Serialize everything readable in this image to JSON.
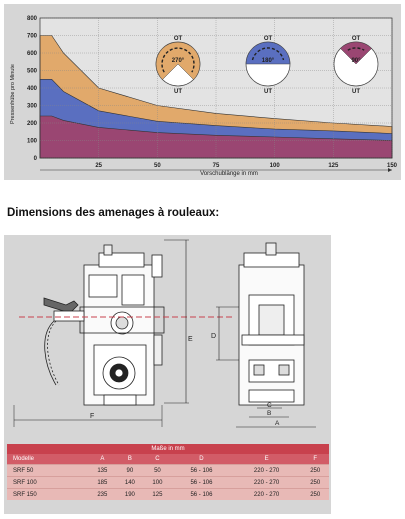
{
  "chart_data": {
    "type": "area",
    "xlabel": "Vorschublänge in mm",
    "ylabel": "Pressenhübe pro Minute",
    "xlim": [
      0,
      150
    ],
    "ylim": [
      0,
      800
    ],
    "x_ticks": [
      "25",
      "50",
      "75",
      "100",
      "125",
      "150"
    ],
    "y_ticks": [
      "0",
      "100",
      "200",
      "300",
      "400",
      "500",
      "600",
      "700",
      "800"
    ],
    "x": [
      0,
      5,
      10,
      25,
      50,
      75,
      100,
      125,
      150
    ],
    "series": [
      {
        "values": [
          700,
          700,
          600,
          400,
          300,
          255,
          225,
          200,
          180
        ],
        "color": "#e1a96b"
      },
      {
        "values": [
          450,
          450,
          380,
          270,
          210,
          185,
          165,
          155,
          140
        ],
        "color": "#5a6fc0"
      },
      {
        "values": [
          240,
          240,
          215,
          175,
          145,
          130,
          120,
          110,
          100
        ],
        "color": "#9a4672"
      }
    ],
    "grid": true,
    "dials": [
      {
        "top": "OT",
        "bottom": "UT",
        "angle": "270°",
        "color": "#e1a96b"
      },
      {
        "top": "OT",
        "bottom": "UT",
        "angle": "180°",
        "color": "#5a6fc0"
      },
      {
        "top": "OT",
        "bottom": "UT",
        "angle": "90°",
        "color": "#9a4672"
      }
    ]
  },
  "section_title": "Dimensions des amenages à rouleaux:",
  "drawing": {
    "left_labels": {
      "E": "E",
      "F": "F"
    },
    "right_labels": {
      "D": "D",
      "C": "C",
      "B": "B",
      "A": "A"
    }
  },
  "table": {
    "caption": "Maße in mm",
    "columns": [
      "Modelle",
      "A",
      "B",
      "C",
      "D",
      "E",
      "F"
    ],
    "rows": [
      [
        "SRF  50",
        "135",
        "90",
        "50",
        "56 - 106",
        "220 - 270",
        "250"
      ],
      [
        "SRF 100",
        "185",
        "140",
        "100",
        "56 - 106",
        "220 - 270",
        "250"
      ],
      [
        "SRF 150",
        "235",
        "190",
        "125",
        "56 - 106",
        "220 - 270",
        "250"
      ]
    ]
  }
}
